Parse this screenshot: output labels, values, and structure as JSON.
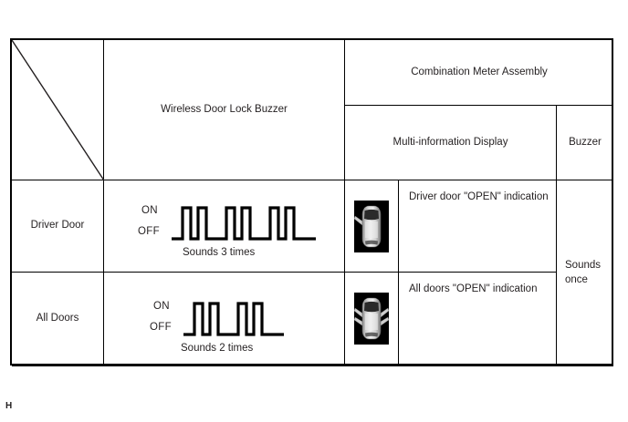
{
  "table": {
    "header": {
      "corner_cell": "",
      "col_wireless_buzzer": "Wireless Door Lock Buzzer",
      "col_combination_meter": "Combination Meter Assembly",
      "col_multi_info_display": "Multi-information Display",
      "col_buzzer": "Buzzer"
    },
    "rows": [
      {
        "condition": "Driver Door",
        "waveform": {
          "on_label": "ON",
          "off_label": "OFF",
          "caption": "Sounds 3 times",
          "pulse_groups": 3,
          "pulses_per_group": 2
        },
        "display_icon": "car-top-view-driver-door-open-icon",
        "display_text": "Driver door \"OPEN\" indication",
        "buzzer": "Sounds once"
      },
      {
        "condition": "All Doors",
        "waveform": {
          "on_label": "ON",
          "off_label": "OFF",
          "caption": "Sounds 2 times",
          "pulse_groups": 2,
          "pulses_per_group": 2
        },
        "display_icon": "car-top-view-all-doors-open-icon",
        "display_text": "All doors \"OPEN\" indication",
        "buzzer": ""
      }
    ]
  },
  "footer": {
    "mark": "H"
  },
  "colors": {
    "border": "#000000",
    "text": "#231f20",
    "icon_background": "#000000",
    "page_background": "#ffffff"
  }
}
